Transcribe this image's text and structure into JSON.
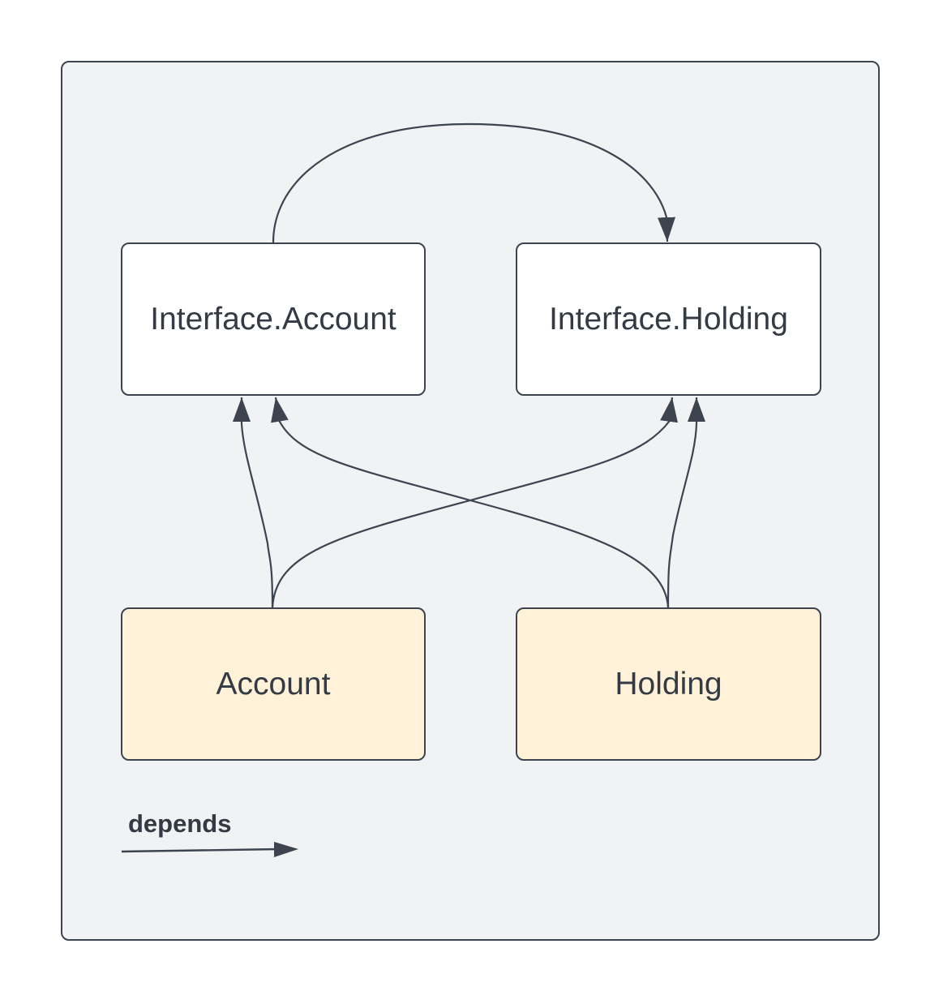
{
  "diagram": {
    "nodes": [
      {
        "id": "interface-account",
        "label": "Interface.Account",
        "fill": "#ffffff"
      },
      {
        "id": "interface-holding",
        "label": "Interface.Holding",
        "fill": "#ffffff"
      },
      {
        "id": "account",
        "label": "Account",
        "fill": "#fff2d9"
      },
      {
        "id": "holding",
        "label": "Holding",
        "fill": "#fff2d9"
      }
    ],
    "edges": [
      {
        "from": "Interface.Account",
        "to": "Interface.Holding"
      },
      {
        "from": "Account",
        "to": "Interface.Account"
      },
      {
        "from": "Account",
        "to": "Interface.Holding"
      },
      {
        "from": "Holding",
        "to": "Interface.Account"
      },
      {
        "from": "Holding",
        "to": "Interface.Holding"
      }
    ],
    "legend": {
      "label": "depends"
    },
    "colors": {
      "stroke": "#3d4450",
      "background": "#f1f2f4",
      "interface_fill": "#ffffff",
      "impl_fill": "#fff2d9"
    }
  }
}
